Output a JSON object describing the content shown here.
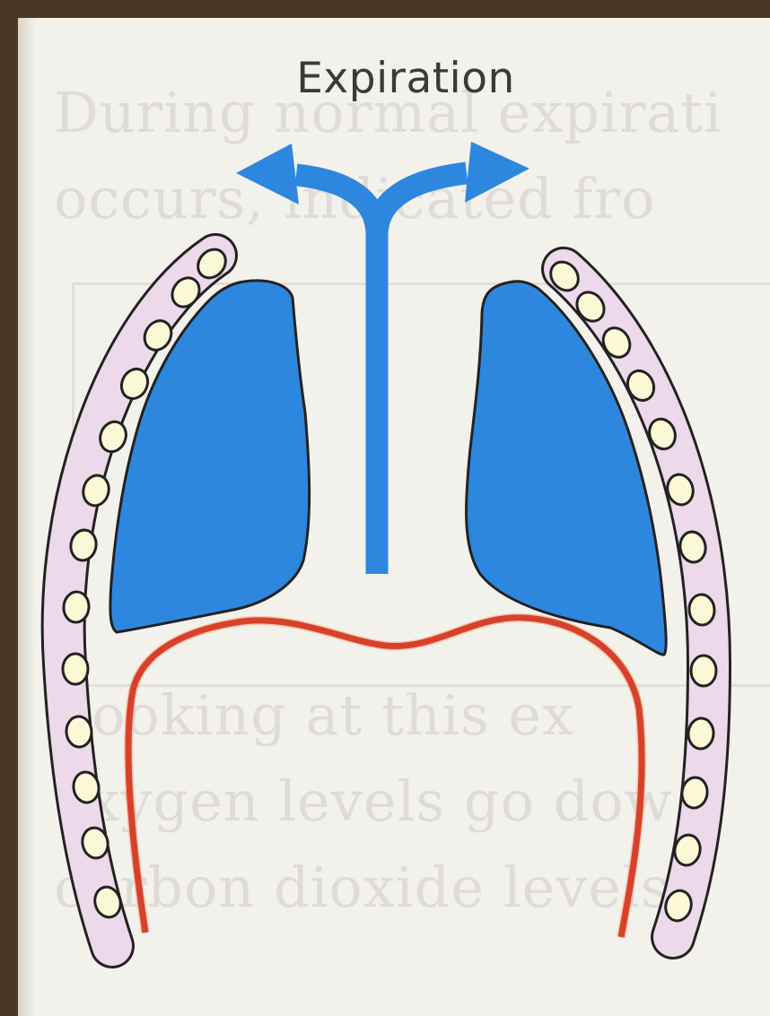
{
  "diagram": {
    "title": "Expiration",
    "colors": {
      "lung": "#2e87de",
      "airflow_arrow": "#2e87de",
      "diaphragm": "#d8402e",
      "rib_band": "#ecd9ea",
      "rib_bone": "#fbf8d6",
      "outline": "#222222",
      "page": "#f3f1ec",
      "frame": "#4a3826"
    },
    "icons": [
      "airflow-arrow-icon"
    ],
    "background_text_lines": [
      "During normal expirati",
      "  occurs, indicated fro",
      "",
      "",
      "",
      "",
      "",
      "  Looking at this ex",
      "  oxygen levels go dow",
      "  carbon dioxide levels"
    ]
  }
}
